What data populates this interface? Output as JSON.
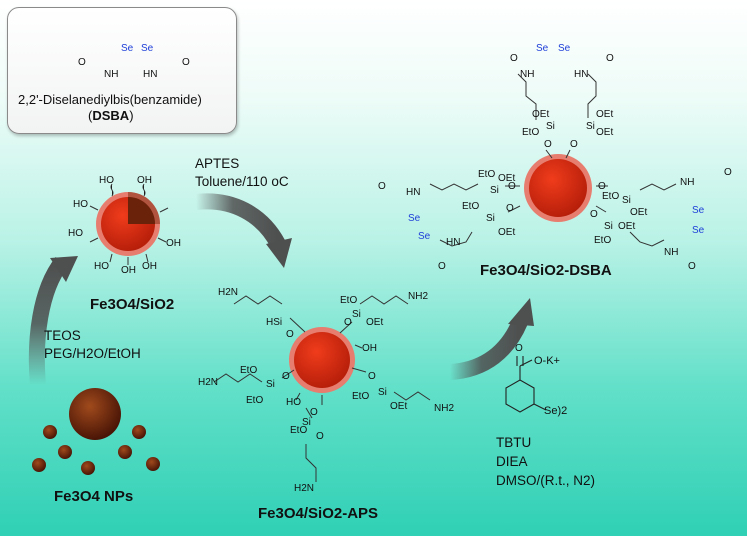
{
  "key_box": {
    "name": "2,2'-Diselanediylbis(benzamide)",
    "abbr_open": "(",
    "abbr": "DSBA",
    "abbr_close": ")"
  },
  "labels": {
    "fe3o4_np": "Fe3O4 NPs",
    "fe3o4_sio2": "Fe3O4/SiO2",
    "fe3o4_sio2_aps": "Fe3O4/SiO2-APS",
    "fe3o4_sio2_dsba": "Fe3O4/SiO2-DSBA"
  },
  "steps": {
    "step1": [
      "TEOS",
      "PEG/H2O/EtOH"
    ],
    "step2": [
      "APTES",
      "Toluene/110 oC"
    ],
    "step3": [
      "TBTU",
      "DIEA",
      "DMSO/(R.t., N2)"
    ]
  },
  "reagent": {
    "carboxylate": "O-K+",
    "diselenide": "Se)2",
    "oxygen": "O"
  },
  "groups": {
    "oh": "OH",
    "ho": "HO",
    "se": "Se",
    "nh": "NH",
    "hn": "HN",
    "o": "O",
    "si": "Si",
    "hsi": "HSi",
    "oet": "OEt",
    "eto": "EtO",
    "h2n": "H2N",
    "nh2": "NH2"
  },
  "colors": {
    "particle_dark": "#5a1a06",
    "particle_core": "#d42a10",
    "shell": "#e77d6e",
    "arrow": "#4e4f4f",
    "selenium": "#1f3fd8"
  }
}
